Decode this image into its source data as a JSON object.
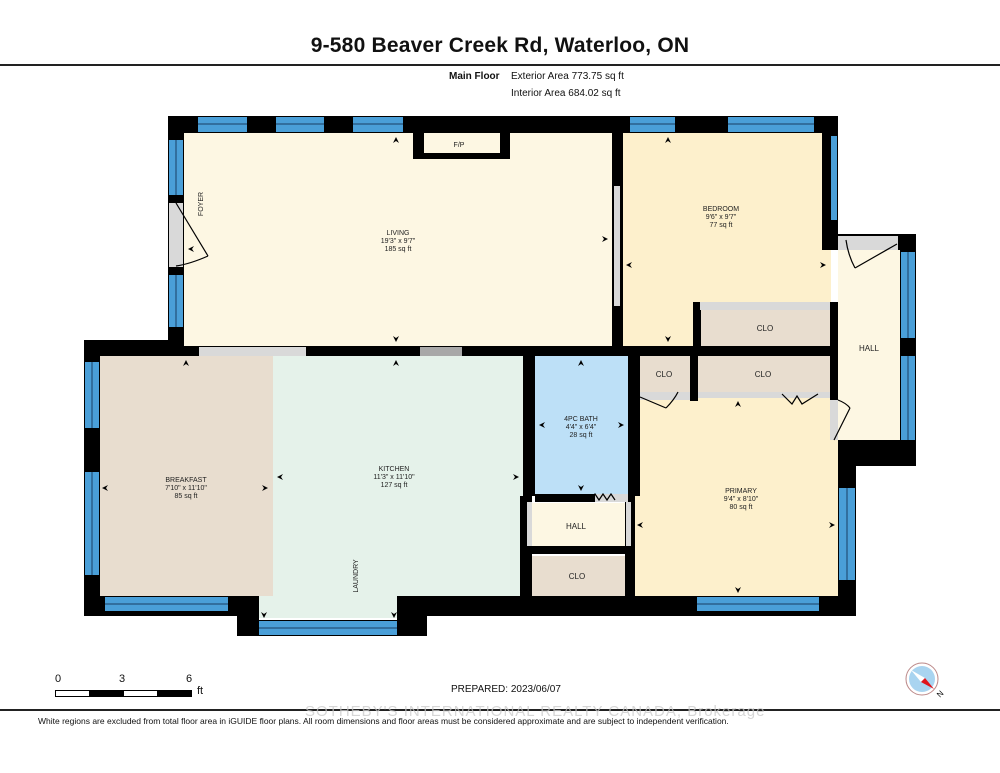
{
  "header": {
    "title": "9-580 Beaver Creek Rd, Waterloo, ON",
    "floor_label": "Main Floor",
    "exterior_area": "Exterior Area 773.75 sq ft",
    "interior_area": "Interior Area 684.02 sq ft"
  },
  "rooms": {
    "living": {
      "name": "LIVING",
      "dims": "19'3\" x 9'7\"",
      "area": "185 sq ft"
    },
    "bedroom": {
      "name": "BEDROOM",
      "dims": "9'6\" x 9'7\"",
      "area": "77 sq ft"
    },
    "breakfast": {
      "name": "BREAKFAST",
      "dims": "7'10\" x 11'10\"",
      "area": "85 sq ft"
    },
    "kitchen": {
      "name": "KITCHEN",
      "dims": "11'3\" x 11'10\"",
      "area": "127 sq ft"
    },
    "bath": {
      "name": "4PC BATH",
      "dims": "4'4\" x 6'4\"",
      "area": "28 sq ft"
    },
    "primary": {
      "name": "PRIMARY",
      "dims": "9'4\" x 8'10\"",
      "area": "80 sq ft"
    }
  },
  "labels": {
    "fireplace": "F/P",
    "foyer": "FOYER",
    "laundry": "LAUNDRY",
    "hall_east": "HALL",
    "hall_center": "HALL",
    "clo_bedroom": "CLO",
    "clo_primary_small": "CLO",
    "clo_primary_large": "CLO",
    "clo_hall": "CLO"
  },
  "colors": {
    "wall": "#000000",
    "window": "#4a9fd8",
    "living": "#fdf7e3",
    "bedroom": "#fdf0cc",
    "breakfast": "#e8ddcf",
    "kitchen": "#e5f2ea",
    "bath": "#bde0f7",
    "primary": "#fdf0cc",
    "hall": "#fdf7e3",
    "closet": "#e8ddcf",
    "opening": "#d9d9d9"
  },
  "scale": {
    "ticks": [
      "0",
      "3",
      "6"
    ],
    "unit": "ft"
  },
  "prepared": "PREPARED: 2023/06/07",
  "watermark": "SOTHEBY'S INTERNATIONAL REALTY CANADA, Brokerage",
  "footer": "White regions are excluded from total floor area in iGUIDE floor plans. All room dimensions and floor areas must be considered approximate and are subject to independent verification.",
  "compass": {
    "label": "N"
  }
}
